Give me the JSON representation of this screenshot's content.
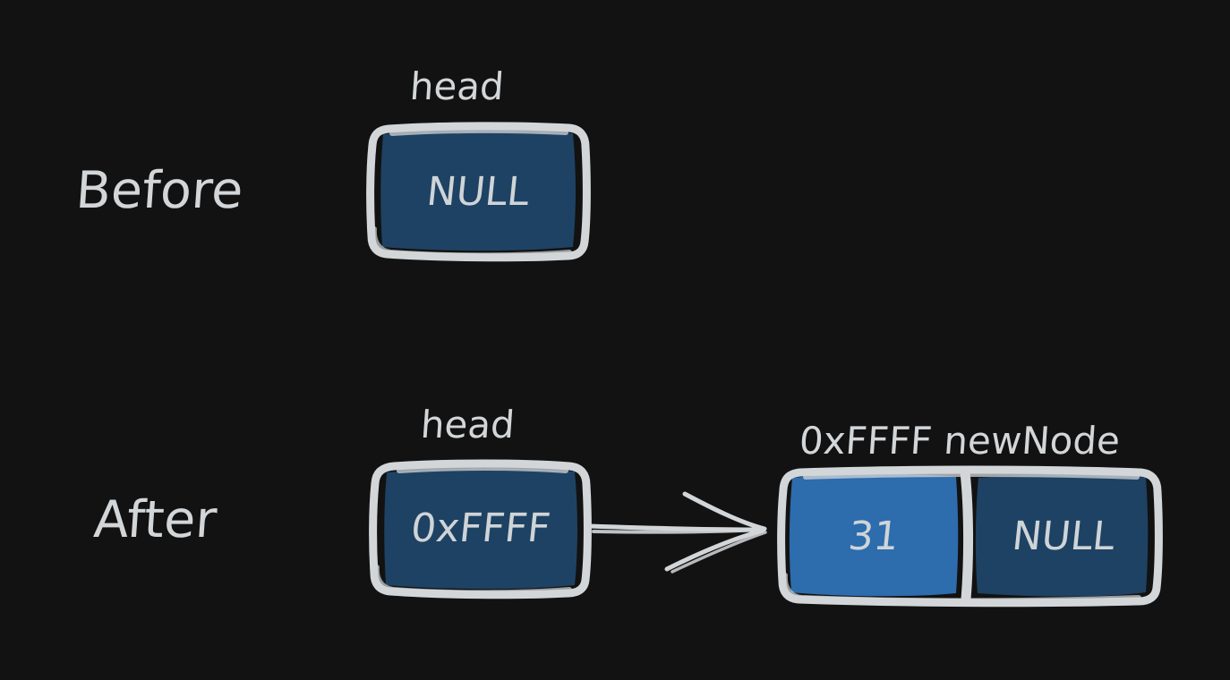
{
  "theme": {
    "background": "#121212",
    "stroke": "#d3d6d8",
    "text": "#d3d6d8",
    "fill_dark_blue": "#1e4263",
    "fill_light_blue": "#2d6cad"
  },
  "diagram": {
    "title_rows": [
      {
        "label": "Before"
      },
      {
        "label": "After"
      }
    ],
    "before": {
      "row_label": "Before",
      "pointer_label": "head",
      "box_value": "NULL"
    },
    "after": {
      "row_label": "After",
      "pointer_label": "head",
      "box_value": "0xFFFF",
      "arrow": "arrow-head-to-newnode",
      "node_label": "0xFFFF newNode",
      "node_cells": [
        {
          "value": "31",
          "fill": "#2d6cad"
        },
        {
          "value": "NULL",
          "fill": "#1e4263"
        }
      ]
    }
  }
}
